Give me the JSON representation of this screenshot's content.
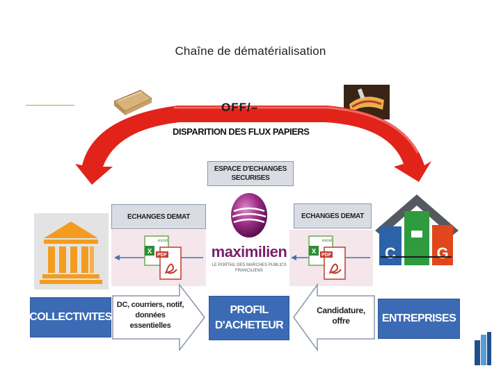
{
  "title": "Chaîne de dématérialisation",
  "top_arrow": {
    "off_label": "OFF/–",
    "subtitle": "DISPARITION DES FLUX PAPIERS"
  },
  "secure_space": {
    "line1": "ESPACE D'ECHANGES",
    "line2": "SECURISES"
  },
  "echanges_left": "ECHANGES DEMAT",
  "echanges_right": "ECHANGES DEMAT",
  "logo": {
    "name": "maximilien",
    "tagline1": "LE PORTAIL DES MARCHES PUBLICS",
    "tagline2": "FRANCILIENS"
  },
  "file_icons": {
    "excel_label": "excel",
    "pdf_label": "PDF"
  },
  "bottom_row": {
    "left_box": "COLLECTIVITES",
    "left_arrow": {
      "line1": "DC, courriers, notif,",
      "line2": "données",
      "line3": "essentielles"
    },
    "center_box": {
      "line1": "PROFIL",
      "line2": "D'ACHETEUR"
    },
    "right_arrow": {
      "line1": "Candidature,",
      "line2": "offre"
    },
    "right_box": "ENTREPRISES"
  },
  "colors": {
    "arrow_red": "#e2231a",
    "box_blue": "#3c6bb5",
    "grey_box": "#d9dde3",
    "building_orange": "#f39c1f",
    "logo_purple": "#7a1f6e"
  }
}
